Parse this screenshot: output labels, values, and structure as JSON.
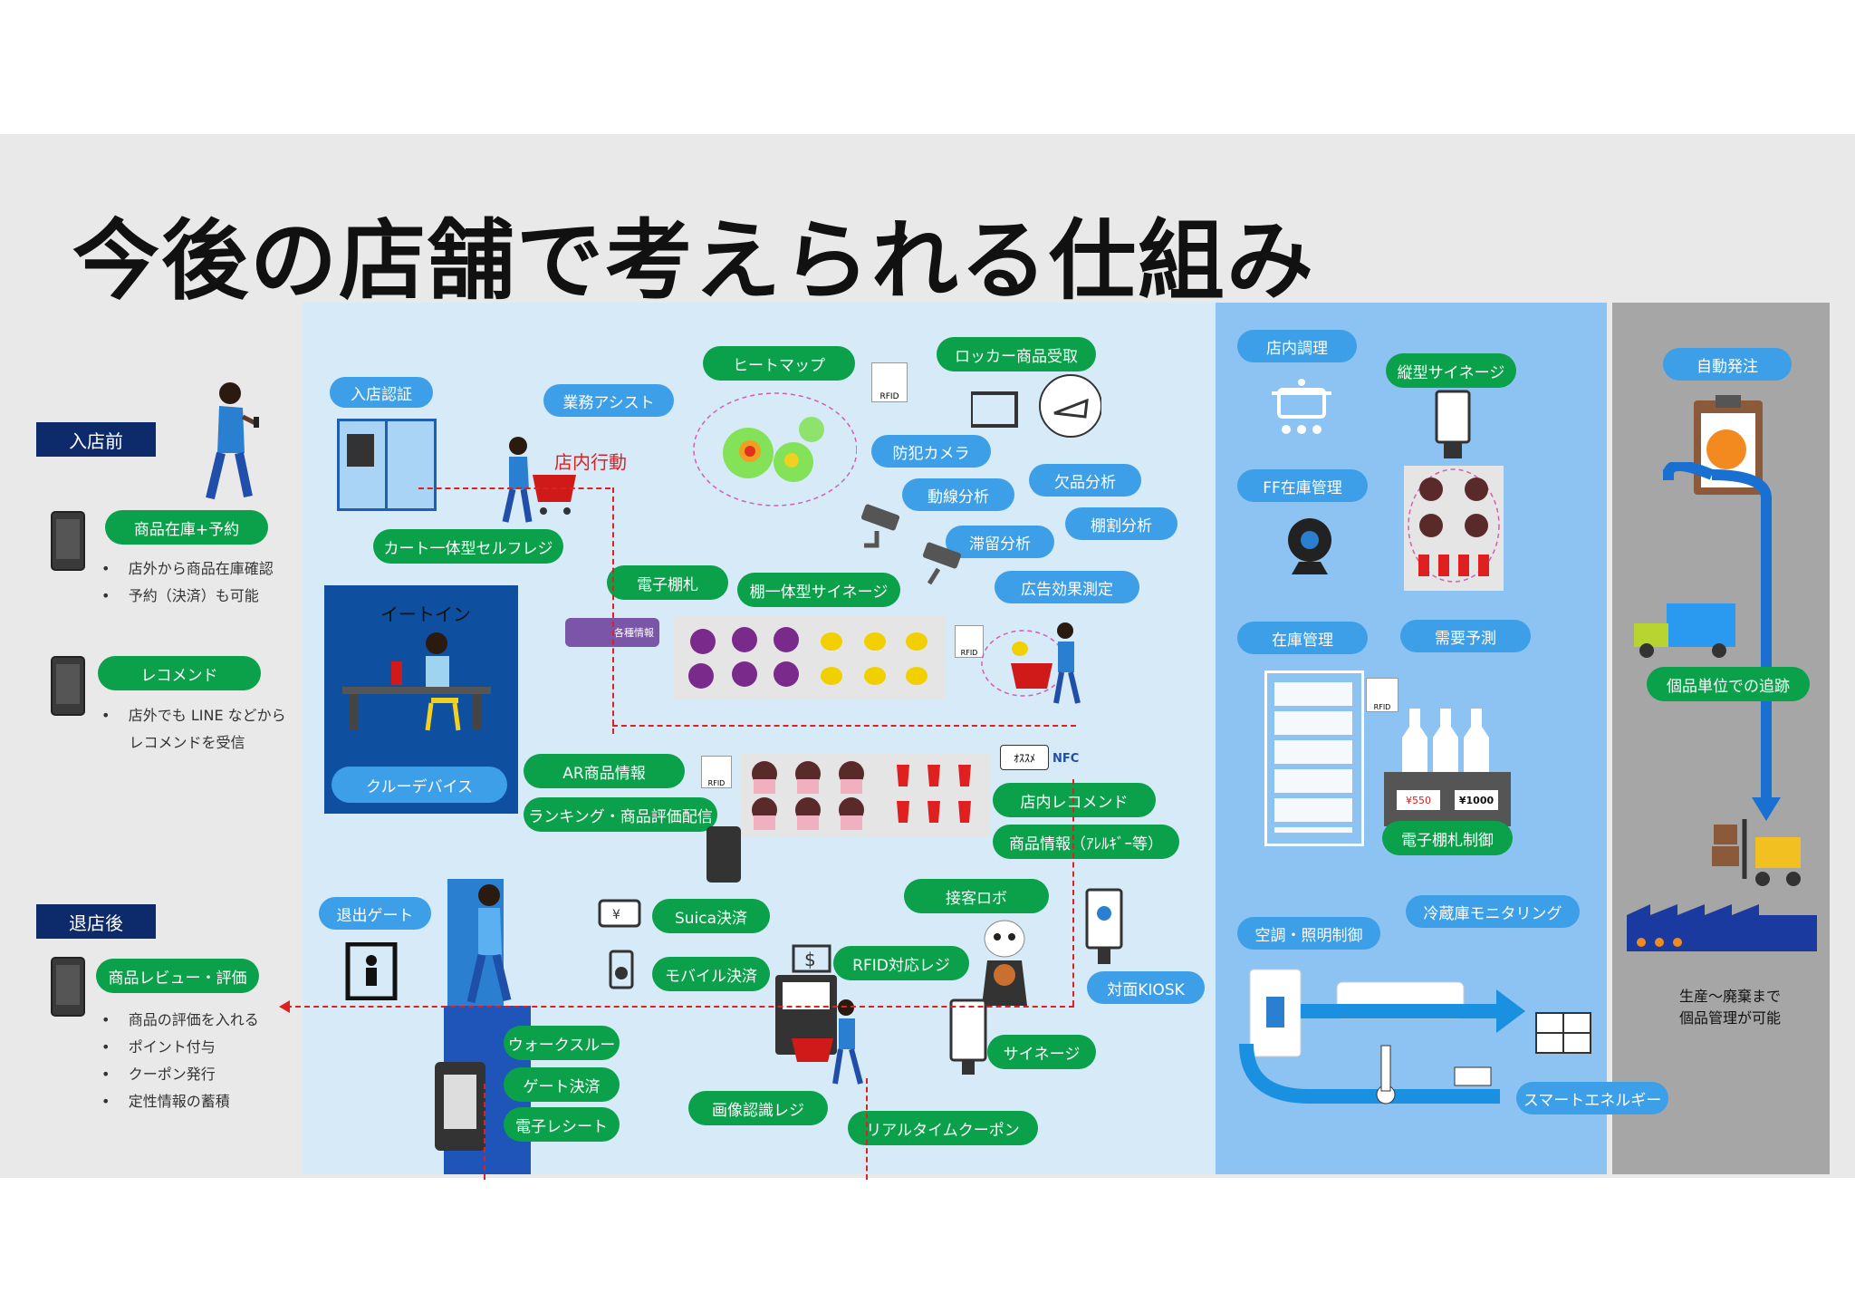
{
  "title": "今後の店舗で考えられる仕組み",
  "left": {
    "before_label": "入店前",
    "before_items": [
      {
        "pill": "商品在庫+予約",
        "bullets": [
          "店外から商品在庫確認",
          "予約（決済）も可能"
        ]
      },
      {
        "pill": "レコメンド",
        "bullets": [
          "店外でも LINE などから",
          "レコメンドを受信"
        ]
      }
    ],
    "after_label": "退店後",
    "after_pill": "商品レビュー・評価",
    "after_bullets": [
      "商品の評価を入れる",
      "ポイント付与",
      "クーポン発行",
      "定性情報の蓄積"
    ]
  },
  "store": {
    "nyuten": "入店認証",
    "gyomu": "業務アシスト",
    "tennai_kodo": "店内行動",
    "cart_self": "カート一体型セルフレジ",
    "eat_in": "イートイン",
    "crew": "クルーデバイス",
    "heatmap": "ヒートマップ",
    "locker": "ロッカー商品受取",
    "bouhan": "防犯カメラ",
    "dosen": "動線分析",
    "ketsuhin": "欠品分析",
    "tanawari": "棚割分析",
    "tairyu": "滞留分析",
    "koukoku": "広告効果測定",
    "denshi_fuda": "電子棚札",
    "tana_signage": "棚一体型サイネージ",
    "kakushu": "各種情報",
    "ar": "AR商品情報",
    "ranking": "ランキング・商品評価配信",
    "osusume": "ｵｽｽﾒ",
    "nfc": "NFC",
    "rfid": "RFID",
    "tennai_reco": "店内レコメンド",
    "shohin_joho": "商品情報（ｱﾚﾙｷﾞｰ等）",
    "taishutsu": "退出ゲート",
    "suica": "Suica決済",
    "mobile": "モバイル決済",
    "rfid_reji": "RFID対応レジ",
    "robot": "接客ロボ",
    "kiosk": "対面KIOSK",
    "walk": "ウォークスルー",
    "gate": "ゲート決済",
    "receipt": "電子レシート",
    "gazo": "画像認識レジ",
    "coupon": "リアルタイムクーポン",
    "signage": "サイネージ"
  },
  "backyard": {
    "chori": "店内調理",
    "tate": "縦型サイネージ",
    "ff": "FF在庫管理",
    "zaiko": "在庫管理",
    "juyo": "需要予測",
    "tanafuda_seigyo": "電子棚札制御",
    "price1": "¥550",
    "price2": "¥1000",
    "kucho": "空調・照明制御",
    "reizo": "冷蔵庫モニタリング",
    "smart": "スマートエネルギー"
  },
  "supply": {
    "jido": "自動発注",
    "kohin": "個品単位での追跡",
    "note1": "生産〜廃棄まで",
    "note2": "個品管理が可能"
  },
  "colors": {
    "green": "#0aa14a",
    "blue": "#3d9fe8",
    "navy": "#0d2a6b",
    "red": "#e02020"
  }
}
